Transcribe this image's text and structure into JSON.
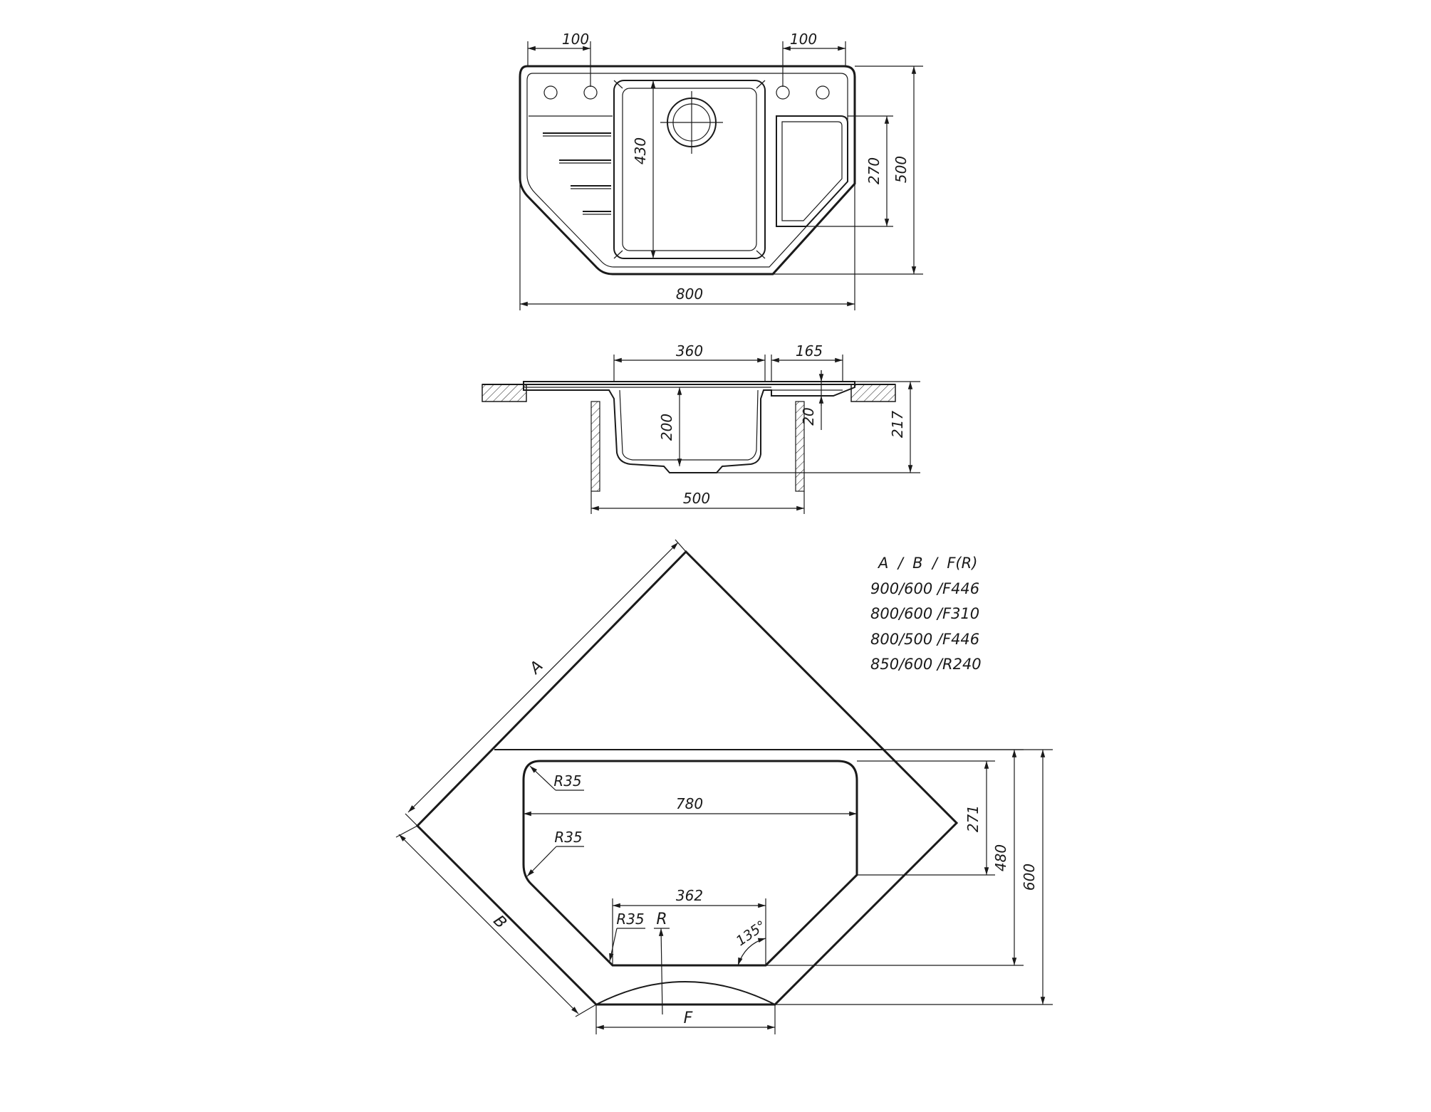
{
  "top_view": {
    "dim_left_100": "100",
    "dim_right_100": "100",
    "dim_width": "800",
    "dim_height": "500",
    "dim_bowl_depth": "430",
    "dim_drainer": "270"
  },
  "section_view": {
    "dim_bowl_width": "360",
    "dim_tray": "165",
    "dim_depth": "200",
    "dim_rim": "20",
    "dim_total_height": "217",
    "dim_cabinet": "500"
  },
  "cutout_view": {
    "edge_a": "A",
    "edge_b": "B",
    "edge_f": "F",
    "radius_r": "R",
    "r35_top": "R35",
    "r35_mid": "R35",
    "r35_bottom": "R35",
    "dim_780": "780",
    "dim_362": "362",
    "dim_271": "271",
    "dim_480": "480",
    "dim_600": "600",
    "angle_135": "135°"
  },
  "size_table": {
    "header": "A  /  B  /  F(R)",
    "rows": [
      "900/600 /F446",
      "800/600 /F310",
      "800/500 /F446",
      "850/600 /R240"
    ]
  }
}
